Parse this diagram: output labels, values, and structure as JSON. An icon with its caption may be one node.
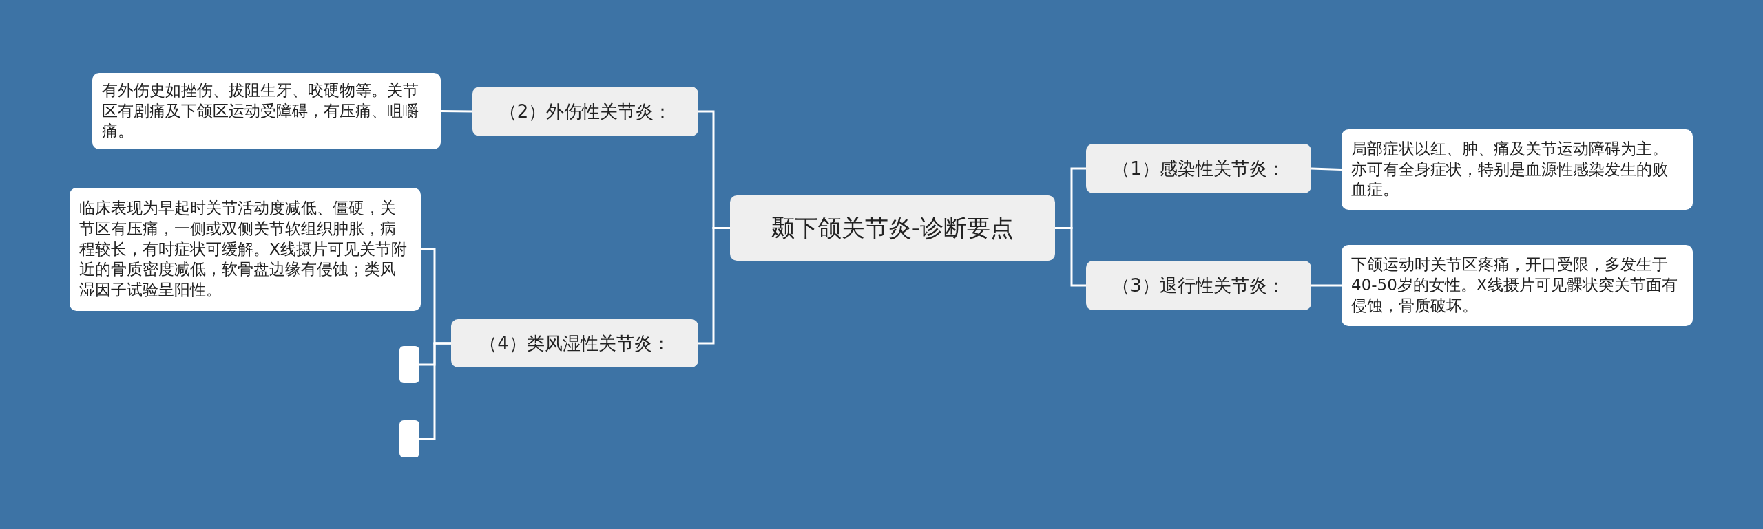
{
  "diagram": {
    "nodes": [
      {
        "text": [
          "颞下颌关节炎-诊断要点"
        ]
      },
      {
        "text": [
          "（2）外伤性关节炎："
        ]
      },
      {
        "text": [
          "有外伤史如挫伤、拔阻生牙、咬硬物等。关节区有剧痛及下颌区运动受障碍，有压痛、咀嚼痛。"
        ]
      },
      {
        "text": [
          "（4）类风湿性关节炎："
        ]
      },
      {
        "text": [
          "临床表现为早起时关节活动度减低、僵硬，关节区有压痛，一侧或双侧关节软组织肿胀，病程较长，有时症状可缓解。X线摄片可见关节附近的骨质密度减低，软骨盘边缘有侵蚀；类风湿因子试验呈阳性。"
        ]
      },
      {
        "text": [],
        "shape": "box"
      },
      {
        "text": [],
        "shape": "box"
      },
      {
        "text": [
          "（1）感染性关节炎："
        ]
      },
      {
        "text": [
          "局部症状以红、肿、痛及关节运动障碍为主。亦可有全身症状，特别是血源性感染发生的败血症。"
        ]
      },
      {
        "text": [
          "（3）退行性关节炎："
        ]
      },
      {
        "text": [
          "下颌运动时关节区疼痛，开口受限，多发生于40-50岁的女性。X线摄片可见髁状突关节面有侵蚀，骨质破坏。"
        ]
      }
    ],
    "edges": [
      {
        "from": 0,
        "to": 1,
        "arrow": "none"
      },
      {
        "from": 1,
        "to": 2,
        "arrow": "none"
      },
      {
        "from": 0,
        "to": 3,
        "arrow": "none"
      },
      {
        "from": 3,
        "to": 4,
        "arrow": "none"
      },
      {
        "from": 3,
        "to": 5,
        "arrow": "none"
      },
      {
        "from": 3,
        "to": 6,
        "arrow": "none"
      },
      {
        "from": 0,
        "to": 7,
        "arrow": "none"
      },
      {
        "from": 7,
        "to": 8,
        "arrow": "none"
      },
      {
        "from": 0,
        "to": 9,
        "arrow": "none"
      },
      {
        "from": 9,
        "to": 10,
        "arrow": "none"
      }
    ]
  }
}
